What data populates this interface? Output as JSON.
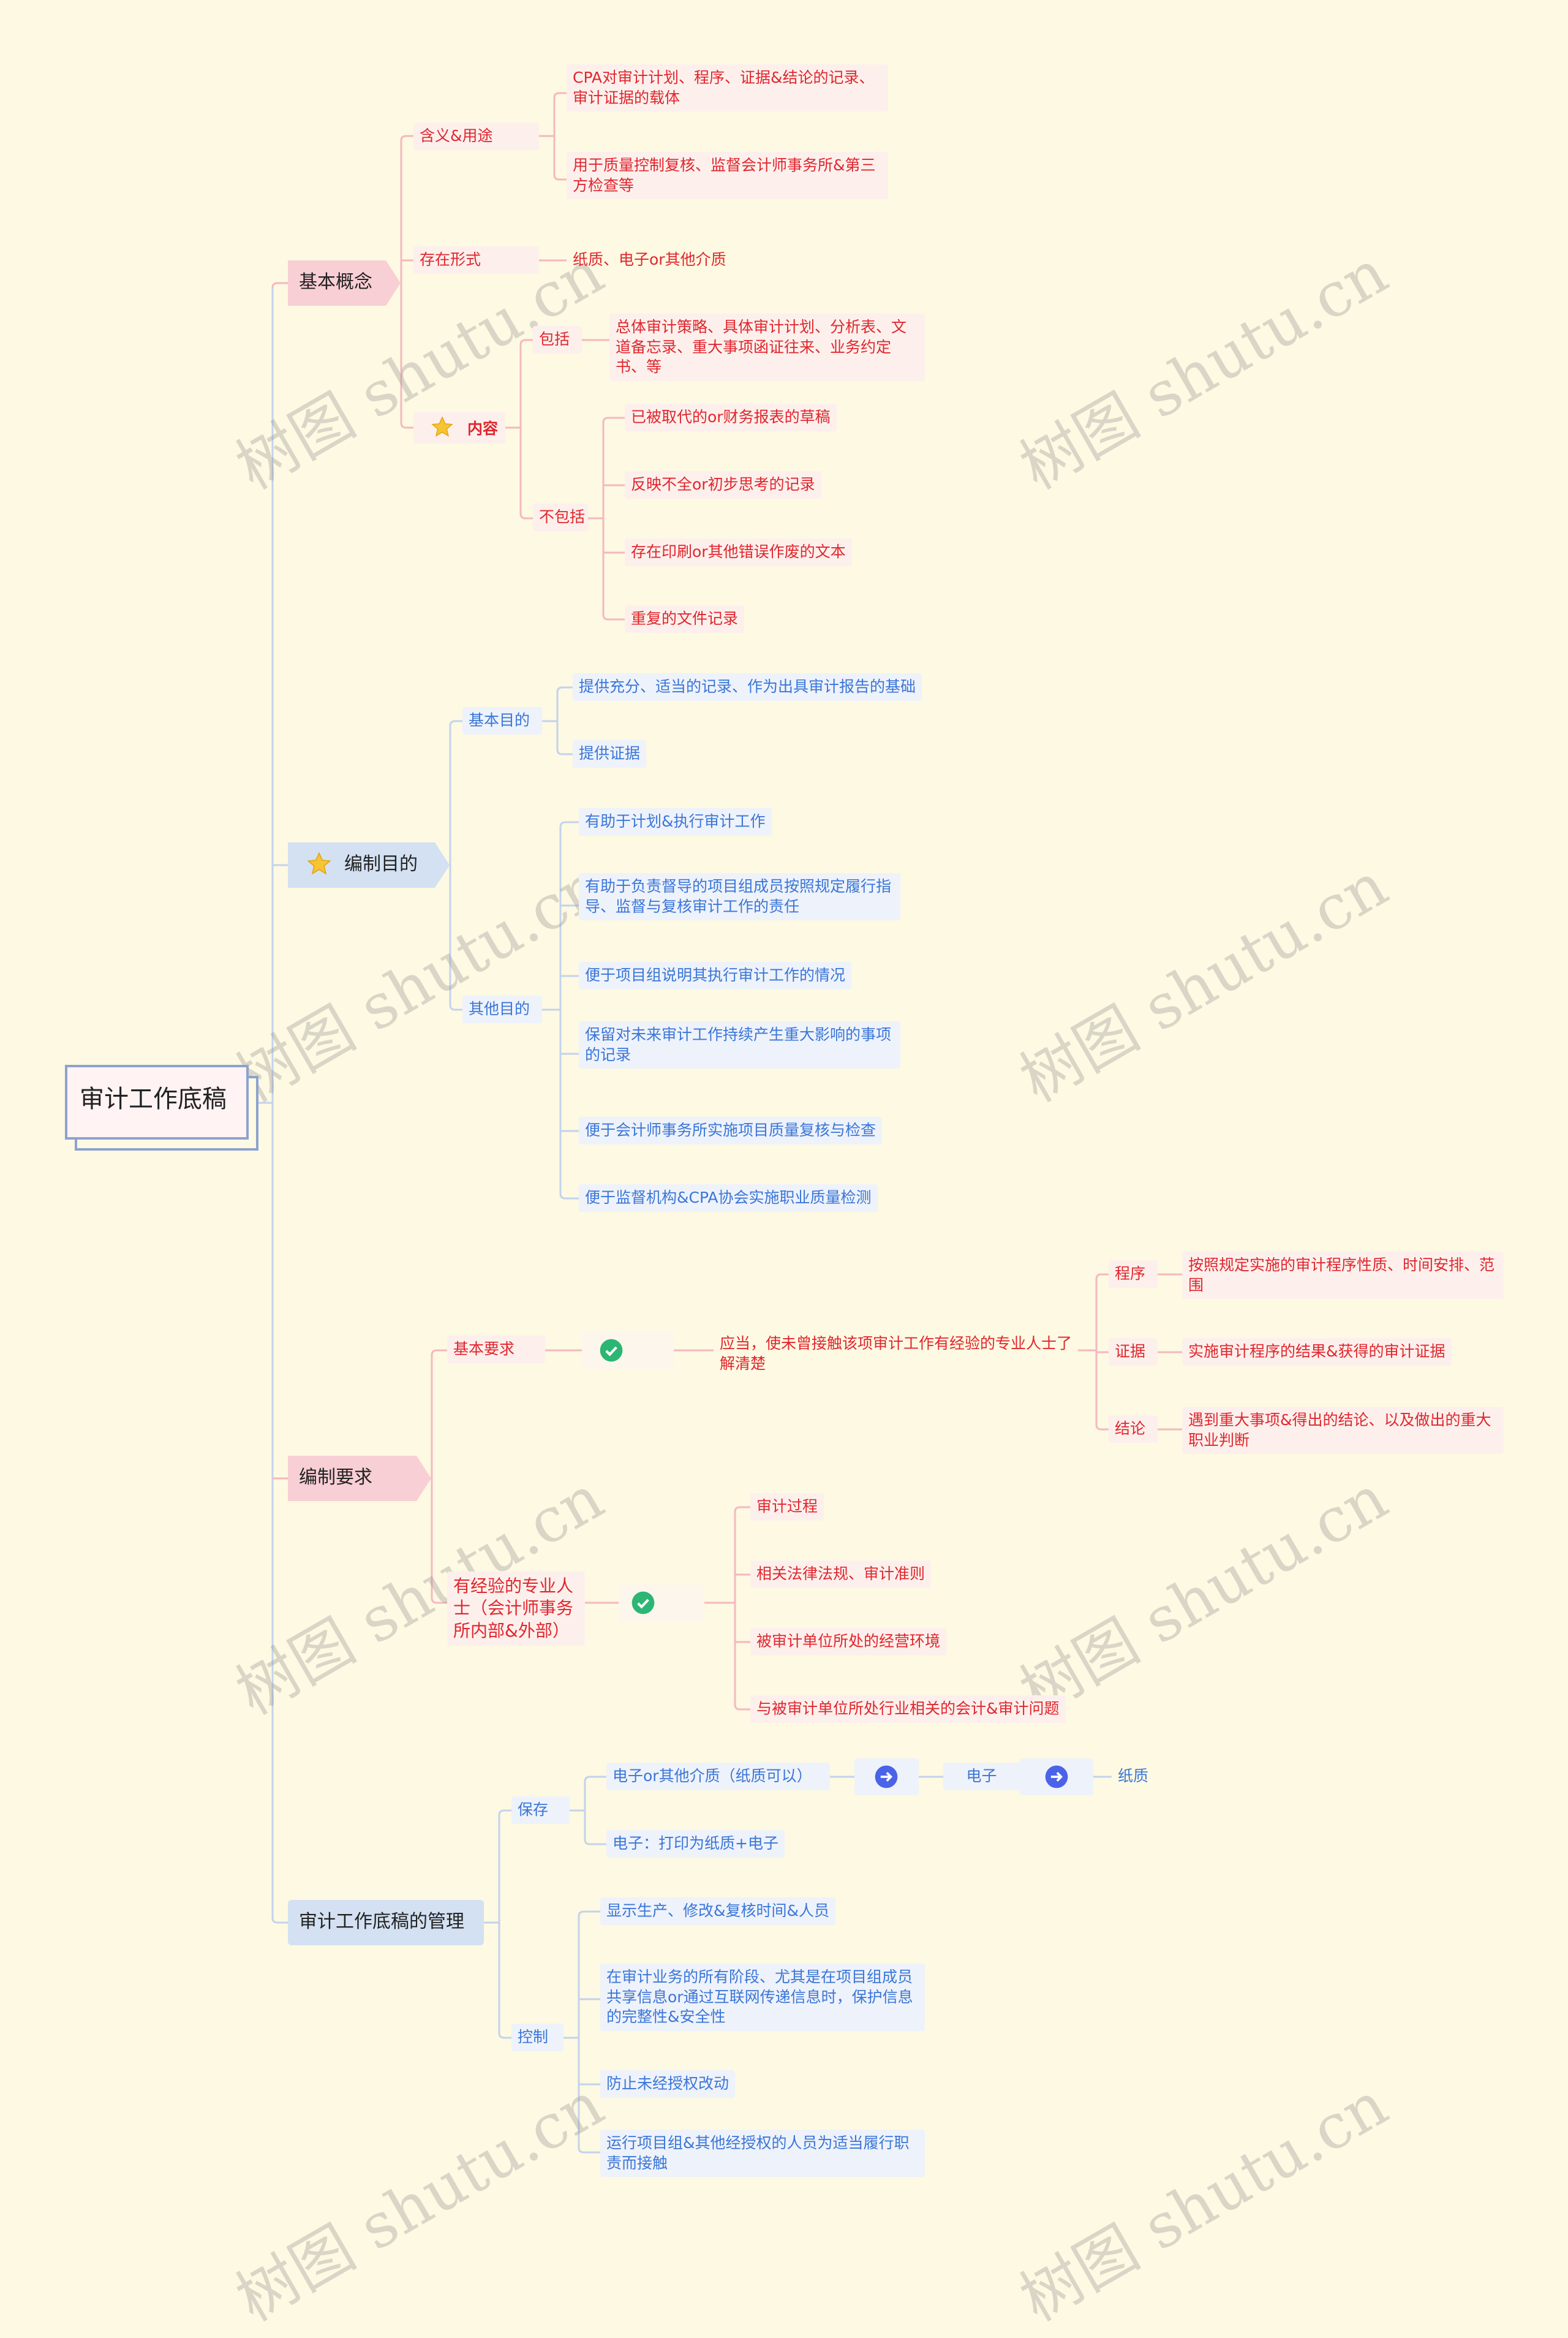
{
  "root": "审计工作底稿",
  "branches": {
    "b1": {
      "label": "基本概念",
      "meaning": {
        "label": "含义&用途",
        "items": [
          "CPA对审计计划、程序、证据&结论的记录、审计证据的载体",
          "用于质量控制复核、监督会计师事务所&第三方检查等"
        ]
      },
      "form": {
        "label": "存在形式",
        "item": "纸质、电子or其他介质"
      },
      "content": {
        "label": "内容",
        "include_label": "包括",
        "include_item": "总体审计策略、具体审计计划、分析表、文道备忘录、重大事项函证往来、业务约定书、等",
        "exclude_label": "不包括",
        "exclude_items": [
          "已被取代的or财务报表的草稿",
          "反映不全or初步思考的记录",
          "存在印刷or其他错误作废的文本",
          "重复的文件记录"
        ]
      }
    },
    "b2": {
      "label": "编制目的",
      "basic": {
        "label": "基本目的",
        "items": [
          "提供充分、适当的记录、作为出具审计报告的基础",
          "提供证据"
        ]
      },
      "other": {
        "label": "其他目的",
        "items": [
          "有助于计划&执行审计工作",
          "有助于负责督导的项目组成员按照规定履行指导、监督与复核审计工作的责任",
          "便于项目组说明其执行审计工作的情况",
          "保留对未来审计工作持续产生重大影响的事项的记录",
          "便于会计师事务所实施项目质量复核与检查",
          "便于监督机构&CPA协会实施职业质量检测"
        ]
      }
    },
    "b3": {
      "label": "编制要求",
      "basic": {
        "label": "基本要求",
        "mid": "应当，使未曾接触该项审计工作有经验的专业人士了解清楚",
        "subs": [
          {
            "label": "程序",
            "text": "按照规定实施的审计程序性质、时间安排、范围"
          },
          {
            "label": "证据",
            "text": "实施审计程序的结果&获得的审计证据"
          },
          {
            "label": "结论",
            "text": "遇到重大事项&得出的结论、以及做出的重大职业判断"
          }
        ]
      },
      "expert": {
        "label": "有经验的专业人士（会计师事务所内部&外部）",
        "items": [
          "审计过程",
          "相关法律法规、审计准则",
          "被审计单位所处的经营环境",
          "与被审计单位所处行业相关的会计&审计问题"
        ]
      }
    },
    "b4": {
      "label": "审计工作底稿的管理",
      "keep": {
        "label": "保存",
        "item1": "电子or其他介质（纸质可以）",
        "chain1": "电子",
        "chain2": "纸质",
        "item2": "电子：打印为纸质+电子"
      },
      "control": {
        "label": "控制",
        "items": [
          "显示生产、修改&复核时间&人员",
          "在审计业务的所有阶段、尤其是在项目组成员共享信息or通过互联网传递信息时，保护信息的完整性&安全性",
          "防止未经授权改动",
          "运行项目组&其他经授权的人员为适当履行职责而接触"
        ]
      }
    }
  },
  "icons": {
    "star": "star-icon",
    "check": "check-circle-icon",
    "arrow": "arrow-right-circle-icon"
  },
  "watermark": "树图 shutu.cn",
  "colors": {
    "background": "#fdf9e2",
    "red": "#e0262e",
    "blue": "#3a76d8",
    "pink_line": "#f5b8bf",
    "blue_line": "#c3d3ec",
    "check": "#2bb673",
    "arrow": "#4a63e8"
  }
}
